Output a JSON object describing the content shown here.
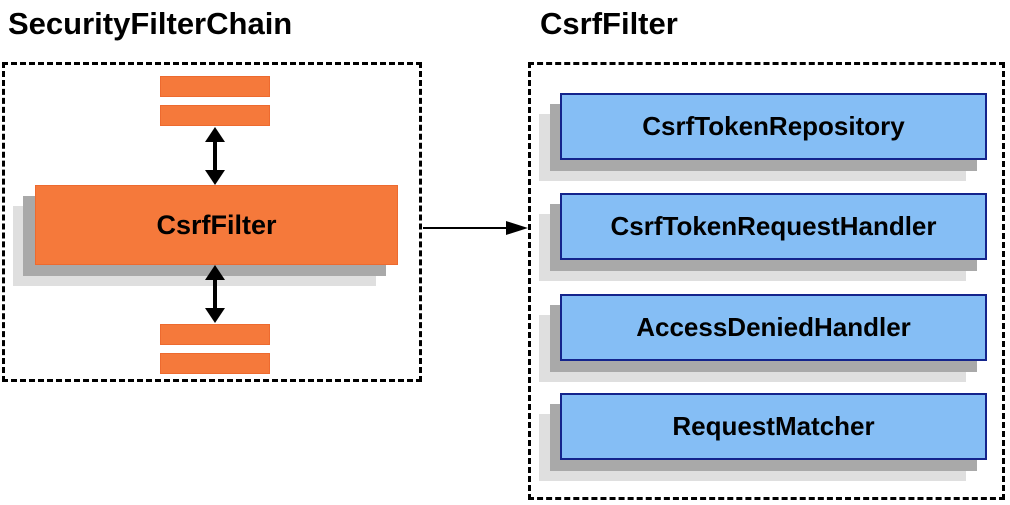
{
  "left": {
    "title": "SecurityFilterChain",
    "filter_label": "CsrfFilter"
  },
  "right": {
    "title": "CsrfFilter",
    "components": [
      {
        "label": "CsrfTokenRepository"
      },
      {
        "label": "CsrfTokenRequestHandler"
      },
      {
        "label": "AccessDeniedHandler"
      },
      {
        "label": "RequestMatcher"
      }
    ]
  },
  "colors": {
    "orange_fill": "#F5793B",
    "orange_border": "#ED6A2F",
    "blue_fill": "#85BEF5",
    "blue_border": "#14248C",
    "shadow_dark": "#A9A9A9",
    "shadow_light": "#DFDFDF",
    "arrow_color": "#000000"
  }
}
